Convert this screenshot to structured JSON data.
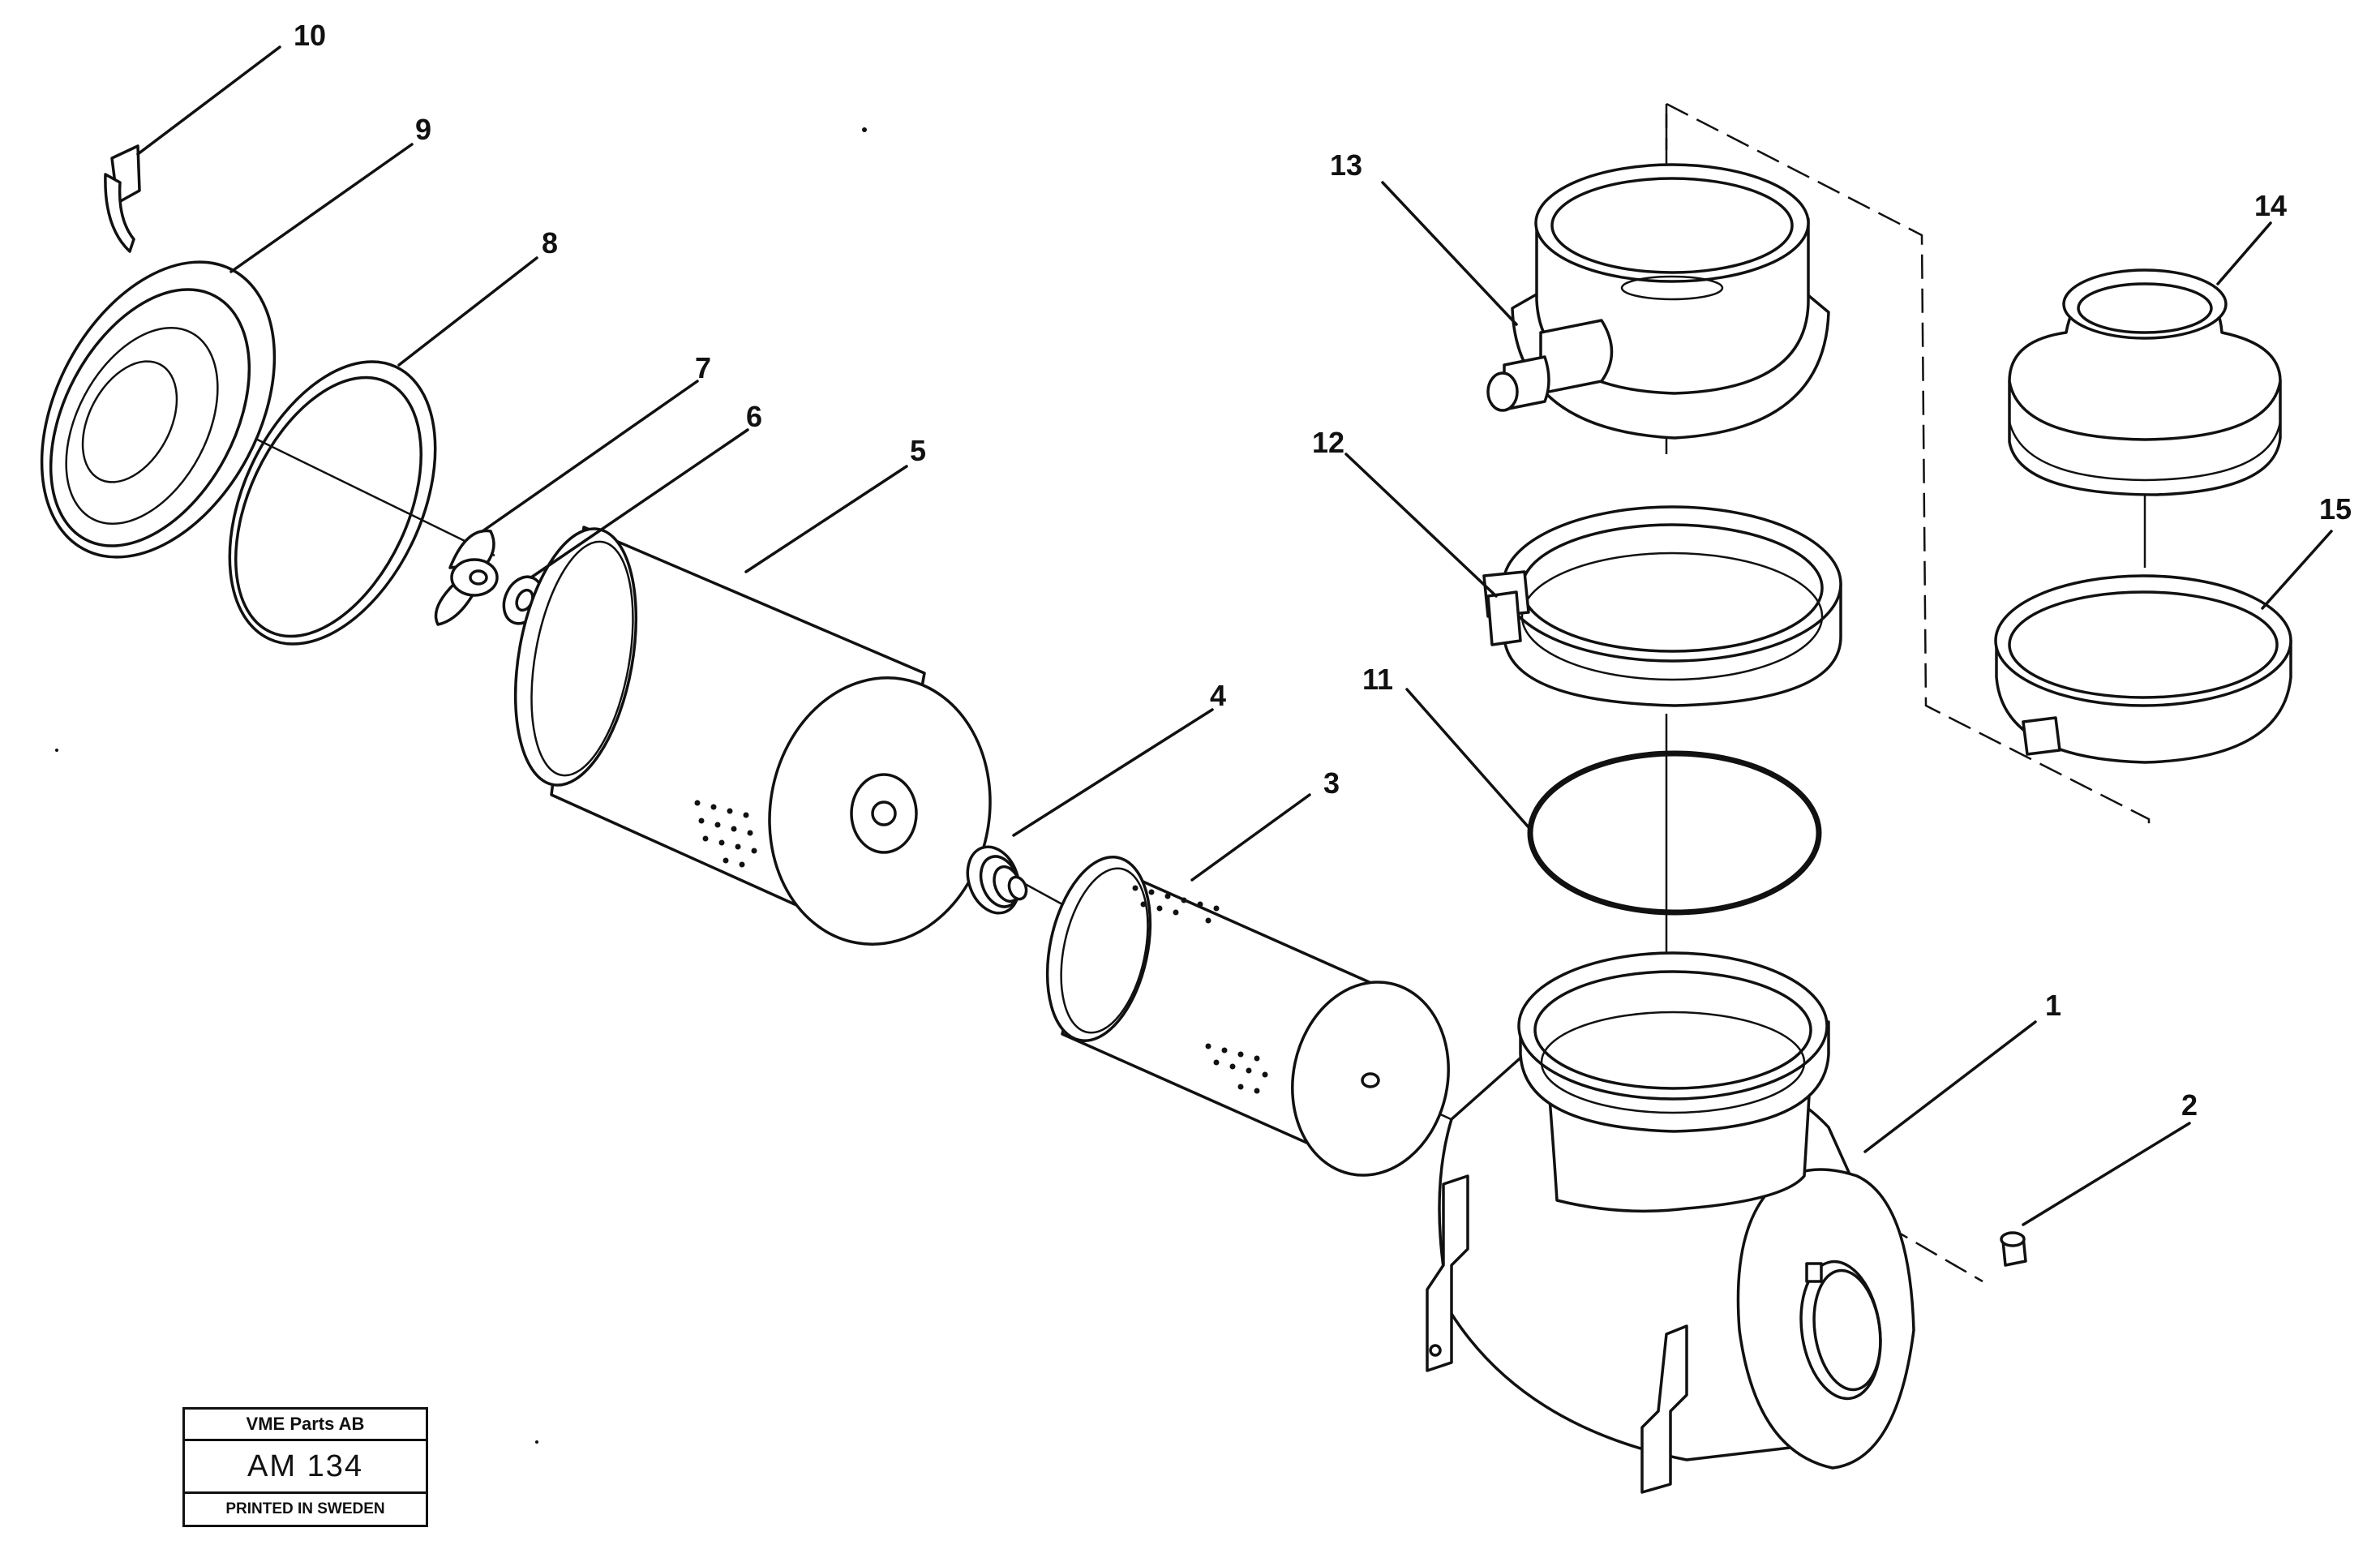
{
  "callouts": {
    "c1": "1",
    "c2": "2",
    "c3": "3",
    "c4": "4",
    "c5": "5",
    "c6": "6",
    "c7": "7",
    "c8": "8",
    "c9": "9",
    "c10": "10",
    "c11": "11",
    "c12": "12",
    "c13": "13",
    "c14": "14",
    "c15": "15"
  },
  "title_block": {
    "company": "VME Parts AB",
    "document": "AM 134",
    "printed": "PRINTED IN SWEDEN"
  }
}
